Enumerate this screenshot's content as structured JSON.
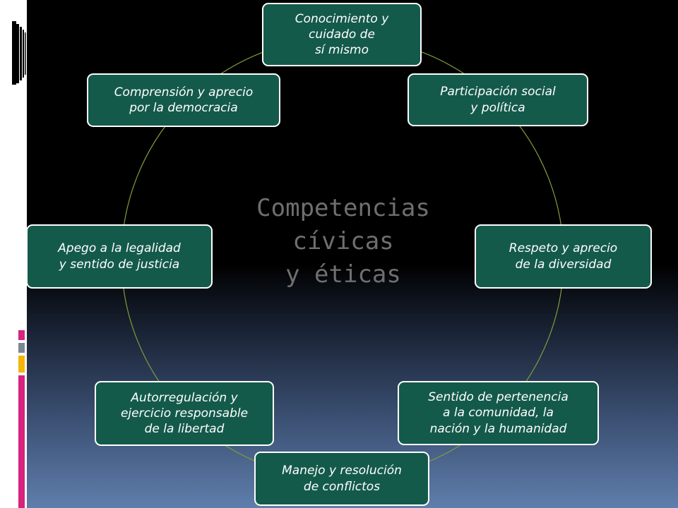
{
  "diagram": {
    "center_label": "Competencias\ncívicas\ny éticas",
    "nodes": [
      {
        "id": "n1",
        "label": "Conocimiento y\ncuidado de\nsí mismo"
      },
      {
        "id": "n2",
        "label": "Participación social\ny política"
      },
      {
        "id": "n3",
        "label": "Respeto y aprecio\nde la diversidad"
      },
      {
        "id": "n4",
        "label": "Sentido de pertenencia\na la comunidad, la\nnación y la humanidad"
      },
      {
        "id": "n5",
        "label": "Manejo y resolución\nde conflictos"
      },
      {
        "id": "n6",
        "label": "Autorregulación y\nejercicio responsable\nde la libertad"
      },
      {
        "id": "n7",
        "label": "Apego a la legalidad\ny sentido de justicia"
      },
      {
        "id": "n8",
        "label": "Comprensión y aprecio\npor la democracia"
      }
    ]
  },
  "colors": {
    "node_fill": "#145a4b",
    "node_border": "#ffffff",
    "ring": "#7f9d3a",
    "center_text": "#6f6f6f",
    "accent_pink": "#d6237e",
    "accent_yellow": "#f2b705",
    "accent_gray": "#7a8793"
  }
}
